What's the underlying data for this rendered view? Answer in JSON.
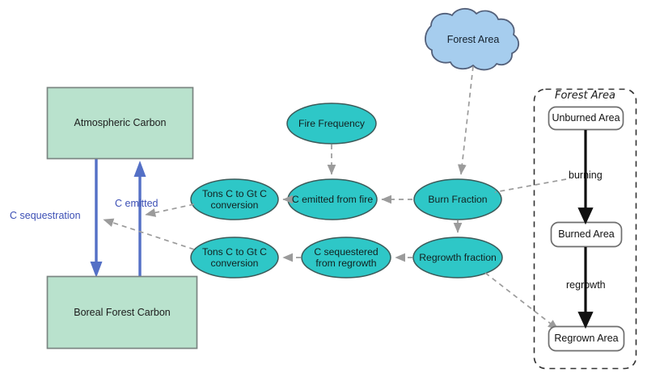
{
  "diagram": {
    "title": "Boreal forest carbon / fire stock-and-flow diagram",
    "colors": {
      "stock_fill": "#b9e2cd",
      "stock_border": "#7b8582",
      "ellipse_fill": "#2ec7c7",
      "ellipse_border": "#3c5a59",
      "cloud_fill": "#a6cdee",
      "cloud_border": "#53607a",
      "flow_blue": "#5470c6",
      "flow_label_blue": "#3c4fb5",
      "dashed_gray": "#9b9b9b",
      "solid_black": "#111111",
      "group_border": "#333333"
    }
  },
  "stocks": [
    {
      "id": "atmospheric_carbon",
      "label": "Atmospheric Carbon"
    },
    {
      "id": "boreal_forest_carbon",
      "label": "Boreal Forest Carbon"
    }
  ],
  "cloud": {
    "id": "forest_area_cloud",
    "label": "Forest Area"
  },
  "variables": [
    {
      "id": "fire_frequency",
      "label": "Fire Frequency"
    },
    {
      "id": "tons_c_to_gt_c_conversion_top",
      "label": "Tons C to Gt C\nconversion"
    },
    {
      "id": "c_emitted_from_fire",
      "label": "C emitted from fire"
    },
    {
      "id": "burn_fraction",
      "label": "Burn Fraction"
    },
    {
      "id": "tons_c_to_gt_c_conversion_bottom",
      "label": "Tons C to Gt C\nconversion"
    },
    {
      "id": "c_sequestered_from_regrowth",
      "label": "C sequestered\nfrom regrowth"
    },
    {
      "id": "regrowth_fraction",
      "label": "Regrowth fraction"
    }
  ],
  "flow_labels": [
    {
      "id": "c_sequestration",
      "label": "C sequestration"
    },
    {
      "id": "c_emitted",
      "label": "C emitted"
    }
  ],
  "group": {
    "id": "forest_area_group",
    "title": "Forest Area",
    "boxes": [
      {
        "id": "unburned_area",
        "label": "Unburned Area"
      },
      {
        "id": "burned_area",
        "label": "Burned Area"
      },
      {
        "id": "regrown_area",
        "label": "Regrown Area"
      }
    ],
    "edge_labels": [
      {
        "id": "burning",
        "label": "burning"
      },
      {
        "id": "regrowth",
        "label": "regrowth"
      }
    ]
  }
}
